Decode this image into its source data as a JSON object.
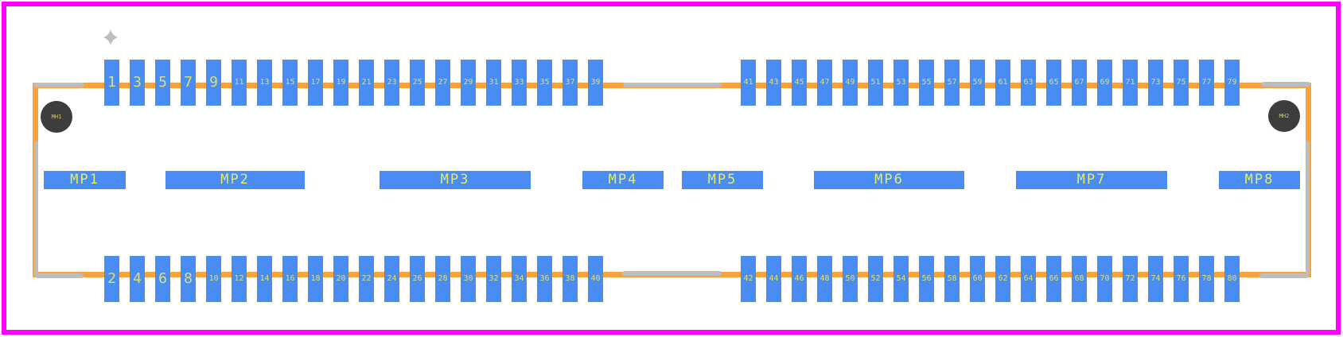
{
  "colors": {
    "frame": "#ff00ff",
    "outline": "#f5a33c",
    "pad": "#4a8df2",
    "pad_text": "#dce06a",
    "mount_pad_text": "#ebeb5e",
    "silkscreen": "#bdbdbd",
    "hole": "#3d3d3d",
    "hole_text": "#d0cd52",
    "background": "#ffffff"
  },
  "pins": {
    "top_row": [
      "1",
      "3",
      "5",
      "7",
      "9",
      "11",
      "13",
      "15",
      "17",
      "19",
      "21",
      "23",
      "25",
      "27",
      "29",
      "31",
      "33",
      "35",
      "37",
      "39",
      "41",
      "43",
      "45",
      "47",
      "49",
      "51",
      "53",
      "55",
      "57",
      "59",
      "61",
      "63",
      "65",
      "67",
      "69",
      "71",
      "73",
      "75",
      "77",
      "79"
    ],
    "bottom_row": [
      "2",
      "4",
      "6",
      "8",
      "10",
      "12",
      "14",
      "16",
      "18",
      "20",
      "22",
      "24",
      "26",
      "28",
      "30",
      "32",
      "34",
      "36",
      "38",
      "40",
      "42",
      "44",
      "46",
      "48",
      "50",
      "52",
      "54",
      "56",
      "58",
      "60",
      "62",
      "64",
      "66",
      "68",
      "70",
      "72",
      "74",
      "76",
      "78",
      "80"
    ]
  },
  "mounting_pads": {
    "labels": [
      "MP1",
      "MP2",
      "MP3",
      "MP4",
      "MP5",
      "MP6",
      "MP7",
      "MP8"
    ]
  },
  "mounting_holes": {
    "labels": [
      "MH1",
      "MH2"
    ]
  }
}
